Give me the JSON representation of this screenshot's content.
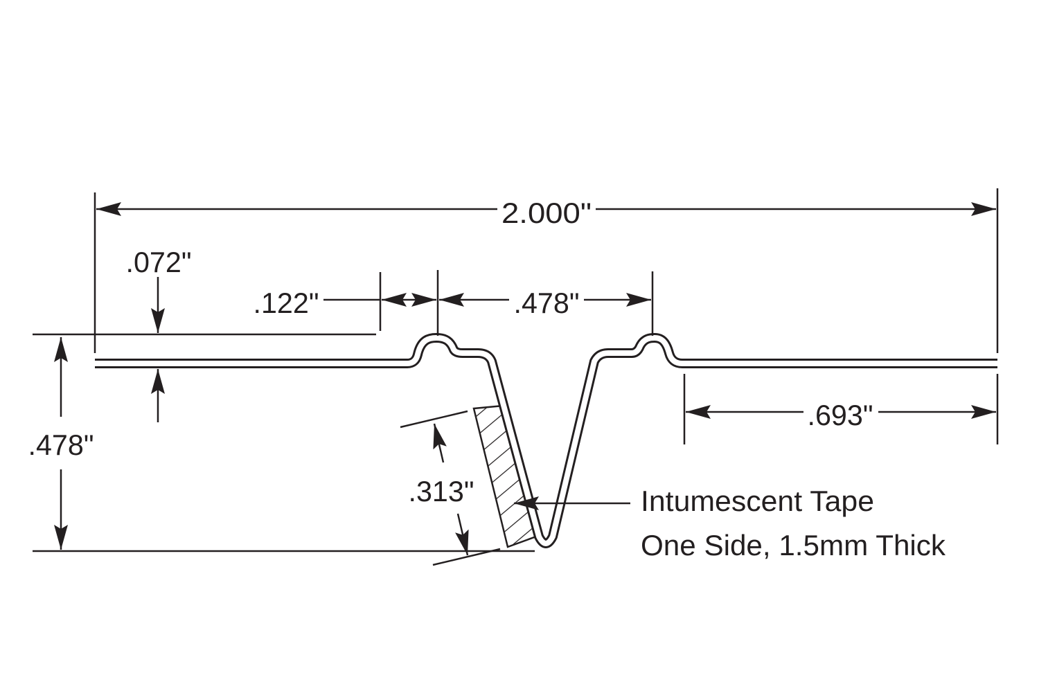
{
  "title": "Intumescent tape strip profile",
  "dimensions": {
    "overall_width": "2.000\"",
    "thickness": ".072\"",
    "bump_offset": ".122\"",
    "bump_spacing": ".478\"",
    "overall_height": ".478\"",
    "right_flange": ".693\"",
    "tape_length": ".313\""
  },
  "callout": {
    "line1": "Intumescent Tape",
    "line2": "One Side, 1.5mm Thick"
  },
  "colors": {
    "ink": "#231f20",
    "background": "#ffffff"
  }
}
